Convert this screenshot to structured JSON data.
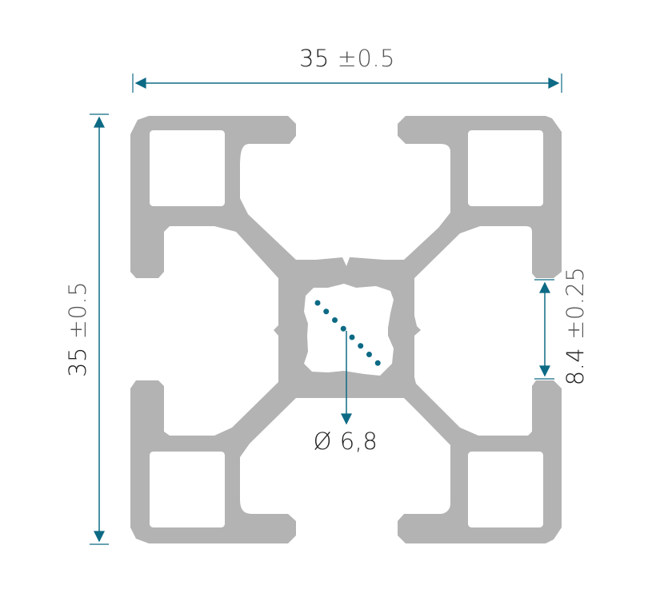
{
  "colors": {
    "profile": "#b3b3b3",
    "accent": "#0d6a85",
    "text": "#222222",
    "background": "#ffffff"
  },
  "dimensions": {
    "width": {
      "value": "35",
      "tolerance": "±0.5"
    },
    "height": {
      "value": "35",
      "tolerance": "±0.5"
    },
    "slot_width": {
      "value": "8.4",
      "tolerance": "±0.25"
    },
    "bore": {
      "label": "Ø 6,8"
    }
  }
}
